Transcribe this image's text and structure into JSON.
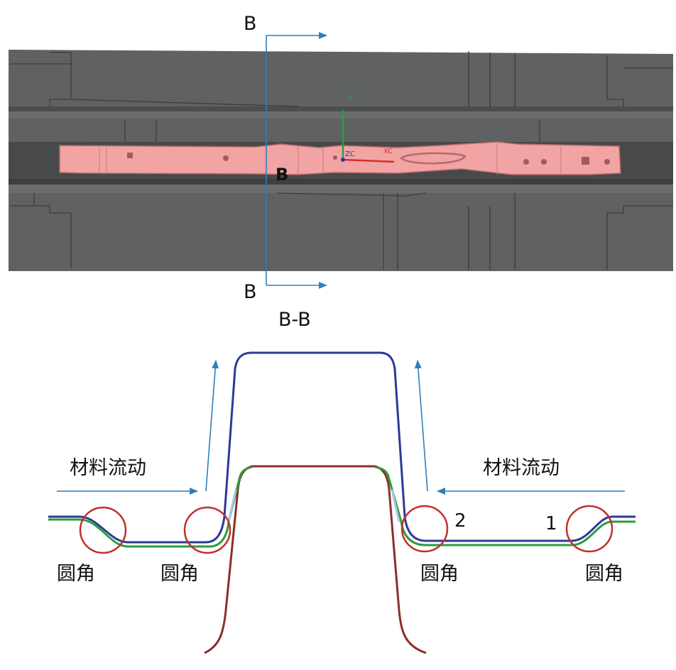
{
  "top_view": {
    "section_marker_top": "B",
    "section_marker_bottom": "B",
    "section_marker_part": "B",
    "axis_labels": {
      "z": "ZC",
      "x": "XC",
      "y": "YC"
    }
  },
  "section_view": {
    "title": "B-B",
    "flow_label_left": "材料流动",
    "flow_label_right": "材料流动",
    "corner_labels": [
      "圆角",
      "圆角",
      "圆角",
      "圆角"
    ],
    "point_labels": [
      "2",
      "1"
    ]
  },
  "colors": {
    "die_gray": "#5f6163",
    "die_dark": "#3d3f41",
    "part_pink": "#f09c9c",
    "arrow_blue": "#2f7fb8",
    "punch_navy": "#2b3a97",
    "blank_green": "#2e9b3d",
    "inner_brown": "#8b2e2a",
    "circle_red": "#c0302b"
  }
}
